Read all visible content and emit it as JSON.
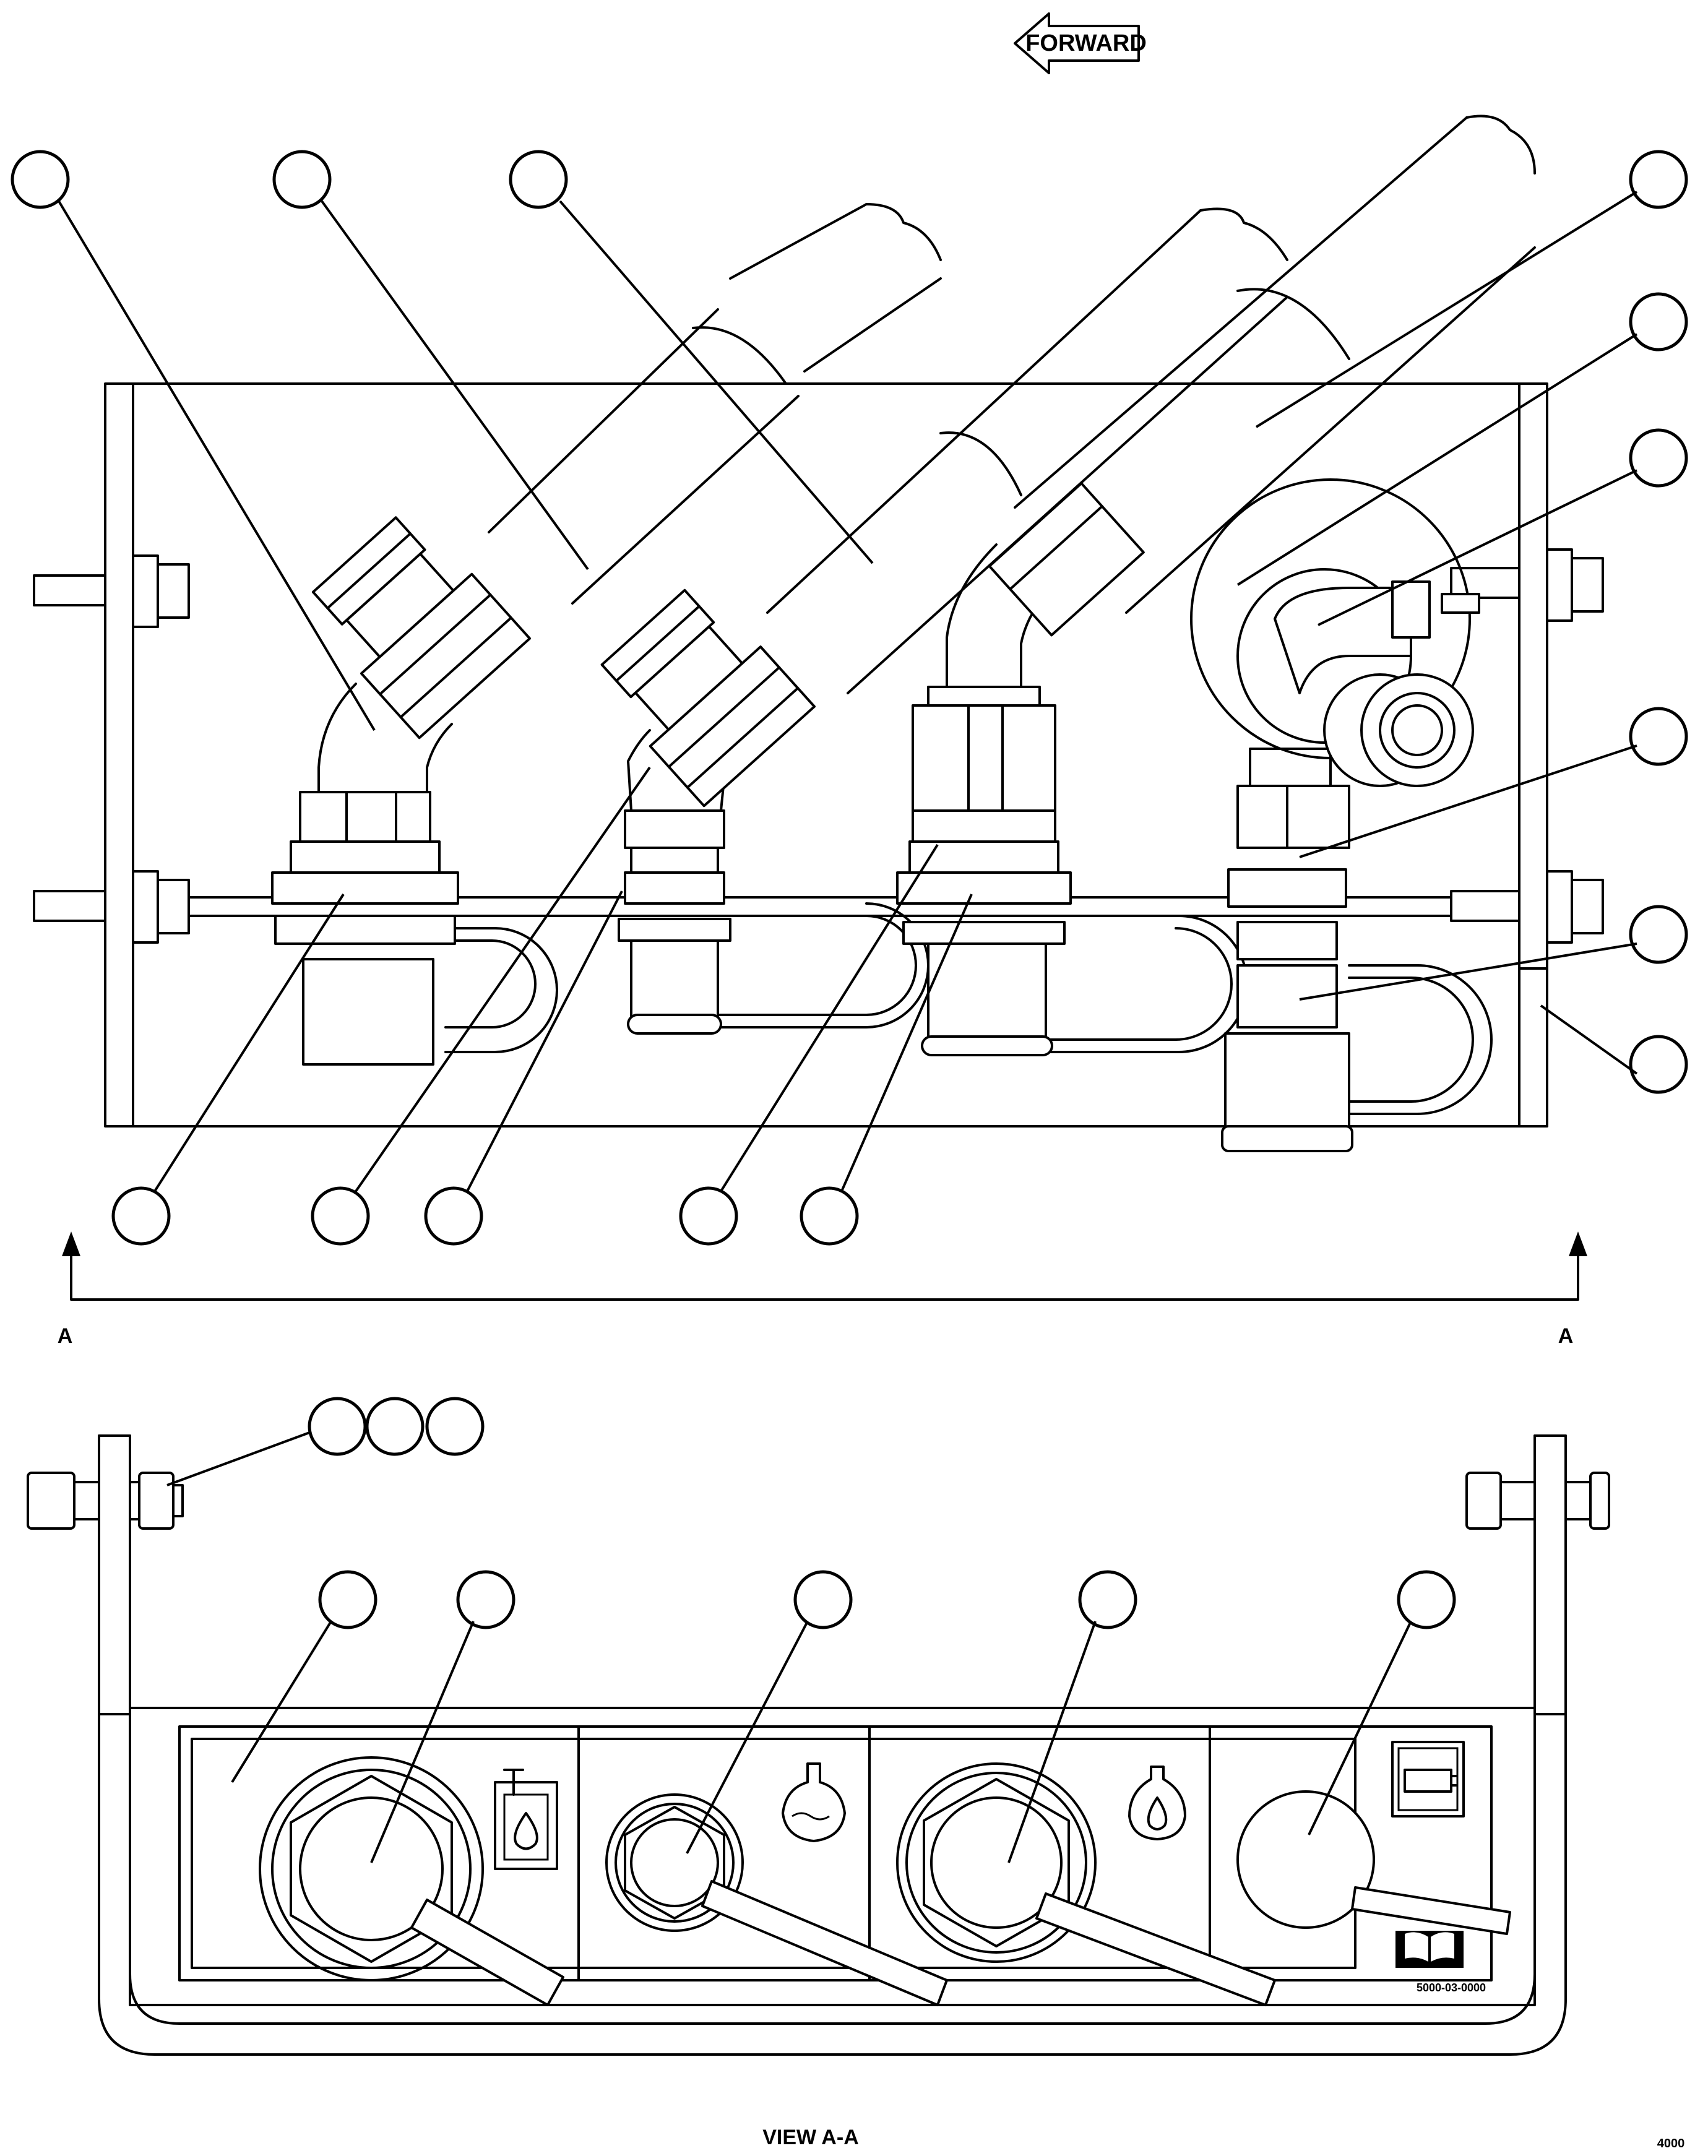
{
  "forward_label": "FORWARD",
  "section_mark_left": "A",
  "section_mark_right": "A",
  "view_caption": "VIEW A-A",
  "panel_part_number": "5000-03-0000",
  "corner_code": "4000",
  "icons": [
    "hydraulic-reservoir-icon",
    "coolant-icon",
    "oil-drop-icon",
    "battery-icon",
    "manual-book-icon"
  ]
}
